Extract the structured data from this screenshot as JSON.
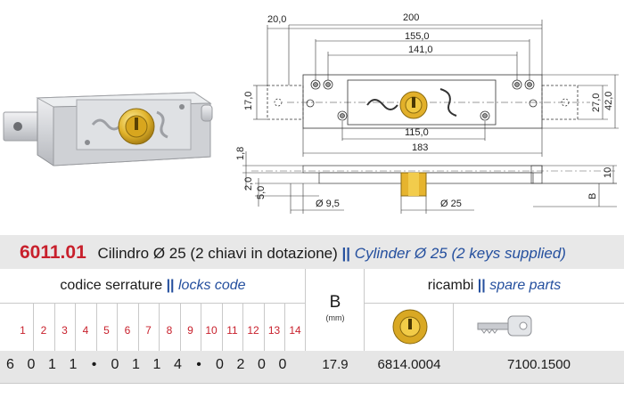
{
  "title": {
    "code": "6011.01",
    "it": "Cilindro Ø 25 (2 chiavi in dotazione)",
    "sep": "||",
    "en": "Cylinder Ø 25 (2 keys supplied)"
  },
  "drawing": {
    "dims": [
      "20,0",
      "200",
      "155,0",
      "141,0",
      "17,0",
      "27,0",
      "42,0",
      "115,0",
      "183",
      "1,8",
      "2,0",
      "5,0",
      "10",
      "B",
      "Ø 9,5",
      "Ø 25"
    ]
  },
  "table": {
    "code_header_it": "codice serrature",
    "code_header_sep": "||",
    "code_header_en": "locks code",
    "b_label": "B",
    "b_unit": "(mm)",
    "spares_header_it": "ricambi",
    "spares_header_sep": "||",
    "spares_header_en": "spare parts",
    "positions": [
      "1",
      "2",
      "3",
      "4",
      "5",
      "6",
      "7",
      "8",
      "9",
      "10",
      "11",
      "12",
      "13",
      "14"
    ],
    "digits": [
      "6",
      "0",
      "1",
      "1",
      "•",
      "0",
      "1",
      "1",
      "4",
      "•",
      "0",
      "2",
      "0",
      "0"
    ],
    "b_value": "17.9",
    "spare_cylinder_code": "6814.0004",
    "spare_key_code": "7100.1500"
  }
}
